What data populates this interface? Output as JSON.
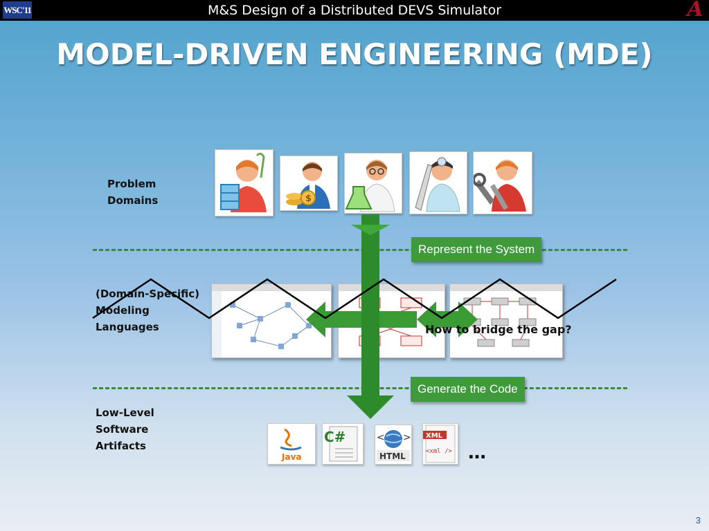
{
  "header": {
    "title": "M&S Design of a Distributed DEVS Simulator",
    "logo_left_text": "WSC'11",
    "logo_right_text": "A"
  },
  "slide": {
    "title": "MODEL-DRIVEN ENGINEERING (MDE)",
    "page_number": "3"
  },
  "labels": {
    "problem_domains": "Problem\nDomains",
    "modeling_languages": "(Domain-Specific)\nModeling\nLanguages",
    "artifacts": "Low-Level\nSoftware\nArtifacts"
  },
  "callouts": {
    "represent": "Represent the System",
    "generate": "Generate the Code"
  },
  "question": "How to bridge the gap?",
  "ellipsis": "…",
  "artifact_icons": {
    "java": "Java",
    "csharp": "C#",
    "html": "HTML",
    "xml_badge": "XML",
    "xml_tag": "<xml />"
  },
  "colors": {
    "accent_green": "#3e9a3b",
    "arrow_green": "#2e8b2a",
    "title_white": "#ffffff"
  },
  "icons": [
    "shopper-person-icon",
    "banker-person-icon",
    "scientist-person-icon",
    "doctor-person-icon",
    "mechanic-person-icon"
  ]
}
